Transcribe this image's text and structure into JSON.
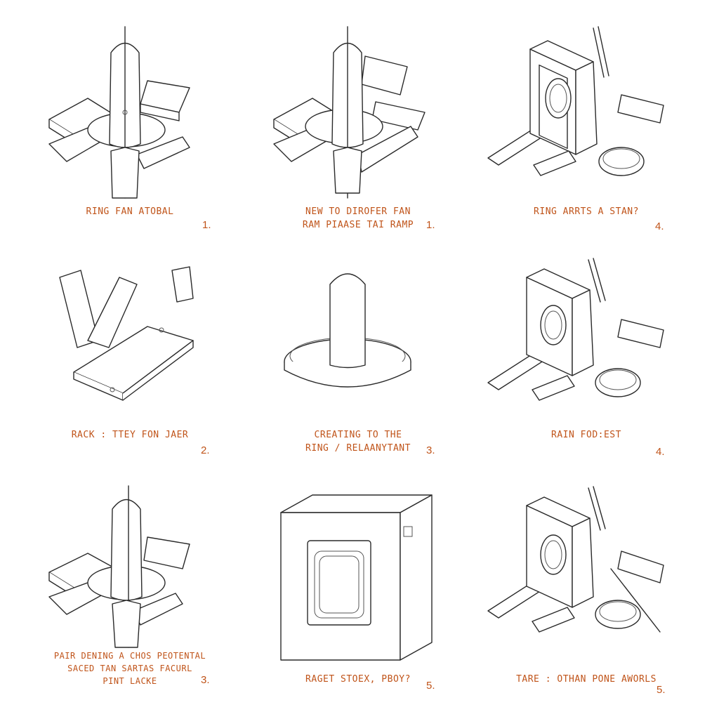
{
  "steps": [
    {
      "lines": [
        "RING FAN ATOBAL"
      ],
      "number": "1."
    },
    {
      "lines": [
        "NEW TO DIROFER FAN",
        "RAM PIAASE TAI RAMP"
      ],
      "number": "1."
    },
    {
      "lines": [
        "RING ARRTS A STAN?"
      ],
      "number": "4."
    },
    {
      "lines": [
        "RACK : TTEY FON JAER"
      ],
      "number": "2."
    },
    {
      "lines": [
        "CREATING TO THE",
        "RING / RELAANYTANT"
      ],
      "number": "3."
    },
    {
      "lines": [
        "RAIN FOD:EST"
      ],
      "number": "4."
    },
    {
      "lines": [
        "PAIR DENING A CHOS PEOTENTAL",
        "SACED TAN SARTAS FACURL",
        "PINT LACKE"
      ],
      "number": "3."
    },
    {
      "lines": [
        "RAGET STOEX, PBOY?"
      ],
      "number": "5."
    },
    {
      "lines": [
        "TARE : OTHAN PONE AWORLS"
      ],
      "number": "5."
    }
  ],
  "colors": {
    "caption": "#c0541a",
    "line": "#2a2a2a",
    "background": "#ffffff"
  },
  "illustrations": [
    "fan-rotor-sketch",
    "fan-rotor-sketch",
    "speaker-stand-sketch",
    "rack-parts-sketch",
    "ring-base-sketch",
    "speaker-stand-sketch",
    "fan-rotor-sketch",
    "cabinet-box-sketch",
    "speaker-stand-sketch"
  ]
}
